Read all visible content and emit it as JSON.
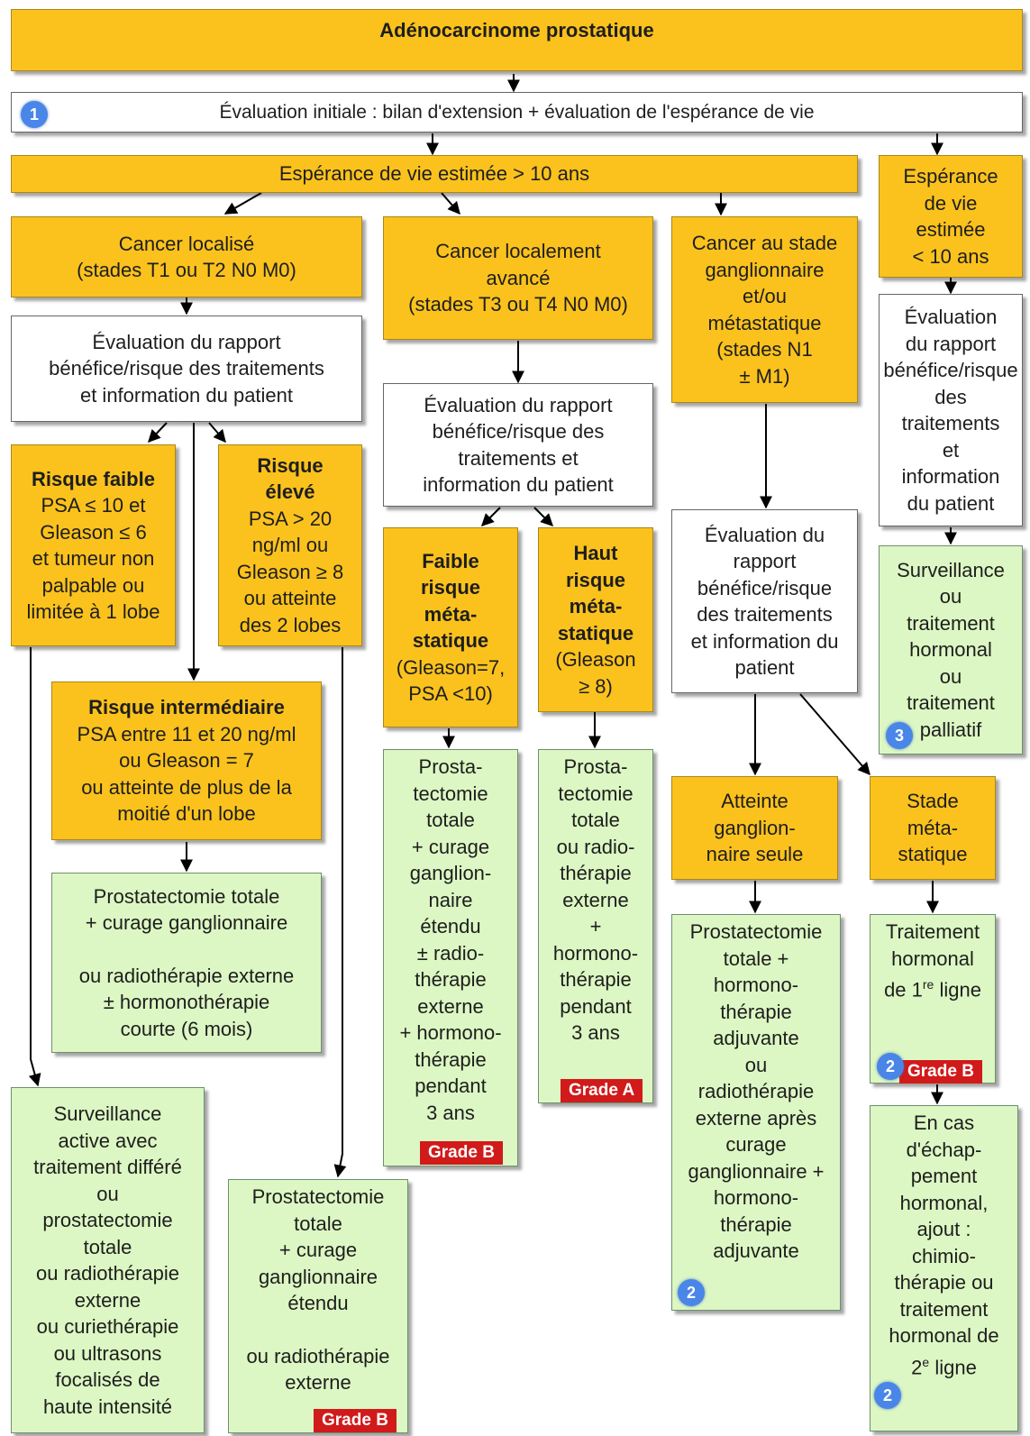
{
  "title": "Adénocarcinome prostatique",
  "evaluation_initiale": "Évaluation initiale : bilan d'extension + évaluation de l'espérance de vie",
  "esperance_sup": "Espérance de vie estimée > 10 ans",
  "esperance_inf": [
    "Espérance",
    "de vie",
    "estimée",
    "< 10 ans"
  ],
  "cancer_localise": [
    "Cancer localisé",
    "(stades T1 ou T2 N0 M0)"
  ],
  "cancer_localement_avance": [
    "Cancer localement",
    "avancé",
    "(stades T3 ou T4 N0 M0)"
  ],
  "cancer_ganglionnaire": [
    "Cancer au stade",
    "ganglionnaire",
    "et/ou",
    "métastatique",
    "(stades N1",
    "± M1)"
  ],
  "eval_localise": [
    "Évaluation du rapport",
    "bénéfice/risque des traitements",
    "et information du patient"
  ],
  "eval_avance": [
    "Évaluation du rapport",
    "bénéfice/risque des",
    "traitements et",
    "information du patient"
  ],
  "eval_ganglionnaire": [
    "Évaluation du",
    "rapport",
    "bénéfice/risque",
    "des traitements",
    "et information du",
    "patient"
  ],
  "eval_inf": [
    "Évaluation",
    "du rapport",
    "bénéfice/risque",
    "des",
    "traitements",
    "et",
    "information",
    "du patient"
  ],
  "risque_faible": {
    "title": "Risque faible",
    "lines": [
      "PSA ≤ 10 et",
      "Gleason ≤ 6",
      "et tumeur non",
      "palpable ou",
      "limitée à 1 lobe"
    ]
  },
  "risque_eleve": {
    "title": [
      "Risque",
      "élevé"
    ],
    "lines": [
      "PSA > 20",
      "ng/ml ou",
      "Gleason ≥ 8",
      "ou atteinte",
      "des 2 lobes"
    ]
  },
  "risque_intermediaire": {
    "title": "Risque intermédiaire",
    "lines": [
      "PSA entre 11 et 20 ng/ml",
      "ou Gleason = 7",
      "ou atteinte de plus de la",
      "moitié d'un lobe"
    ]
  },
  "faible_risque_meta": {
    "title": [
      "Faible",
      "risque",
      "méta-",
      "statique"
    ],
    "lines": [
      "(Gleason=7,",
      "PSA <10)"
    ]
  },
  "haut_risque_meta": {
    "title": [
      "Haut",
      "risque",
      "méta-",
      "statique"
    ],
    "lines": [
      "(Gleason",
      "≥ 8)"
    ]
  },
  "trait_intermediaire": [
    "Prostatectomie totale",
    "+ curage ganglionnaire",
    "",
    "ou radiothérapie externe",
    "± hormonothérapie",
    "courte (6 mois)"
  ],
  "trait_faible": [
    "Surveillance",
    "active avec",
    "traitement différé",
    "ou",
    "prostatectomie",
    "totale",
    "ou radiothérapie",
    "externe",
    "ou curiethérapie",
    "ou ultrasons",
    "focalisés de",
    "haute intensité"
  ],
  "trait_eleve": [
    "Prostatectomie",
    "totale",
    "+ curage",
    "ganglionnaire",
    "étendu",
    "",
    "ou radiothérapie",
    "externe"
  ],
  "trait_faible_meta": [
    "Prosta-",
    "tectomie",
    "totale",
    "+ curage",
    "ganglion-",
    "naire",
    "étendu",
    "± radio-",
    "thérapie",
    "externe",
    "+ hormono-",
    "thérapie",
    "pendant",
    "3 ans"
  ],
  "trait_haut_meta": [
    "Prosta-",
    "tectomie",
    "totale",
    "ou radio-",
    "thérapie",
    "externe",
    "+",
    "hormono-",
    "thérapie",
    "pendant",
    "3 ans"
  ],
  "surveillance_inf": [
    "Surveillance",
    "ou",
    "traitement",
    "hormonal",
    "ou",
    "traitement",
    "palliatif"
  ],
  "atteinte_ganglionnaire": [
    "Atteinte",
    "ganglion-",
    "naire seule"
  ],
  "stade_metastatique": [
    "Stade",
    "méta-",
    "statique"
  ],
  "trait_ganglionnaire": [
    "Prostatectomie",
    "totale +",
    "hormono-",
    "thérapie",
    "adjuvante",
    "ou",
    "radiothérapie",
    "externe après",
    "curage",
    "ganglionnaire +",
    "hormono-",
    "thérapie",
    "adjuvante"
  ],
  "traitement_hormonal": {
    "l1": "Traitement",
    "l2": "hormonal",
    "l3a": "de 1",
    "l3sup": "re",
    "l3b": " ligne"
  },
  "echappement": {
    "lines": [
      "En cas",
      "d'échap-",
      "pement",
      "hormonal,",
      "ajout :",
      "chimio-",
      "thérapie ou",
      "traitement",
      "hormonal de"
    ],
    "last": "2",
    "last_sup": "e",
    "last_b": " ligne"
  },
  "grades": {
    "a": "Grade A",
    "b": "Grade B"
  },
  "badges": {
    "one": "1",
    "two": "2",
    "three": "3"
  },
  "colors": {
    "yellow": "#fbc21d",
    "green": "#dcf7c3",
    "white": "#ffffff",
    "grade": "#d11a1a",
    "badge": "#4a86e8"
  }
}
